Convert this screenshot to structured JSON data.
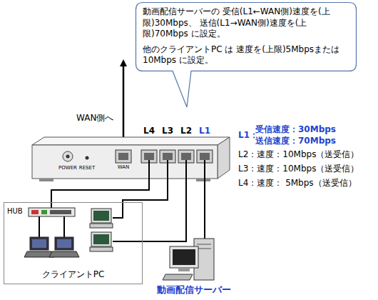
{
  "diagram": {
    "nodes": [
      {
        "text": [
          "動画配信サーバーの 受信(L1←WAN側)速度を(上限)30Mbps、 送信(L1→WAN側)速度を(上限)70Mbps に設定。",
          "他のクライアントPC は 速度を(上限)5Mbpsまたは 10Mbps に設定。"
        ]
      },
      {
        "text": [
          "クライアントPC"
        ]
      }
    ],
    "labels": [
      "WAN側へ",
      "L4",
      "L3",
      "L2",
      "L1",
      "POWER",
      "RESET",
      "WAN",
      "L1：",
      "受信速度：30Mbps",
      "送信速度：70Mbps",
      "L2：速度：10Mbps（送受信）",
      "L3：速度：10Mbps（送受信）",
      "L4：速度： 5Mbps（送受信）",
      "HUB",
      "動画配信サーバー"
    ]
  }
}
